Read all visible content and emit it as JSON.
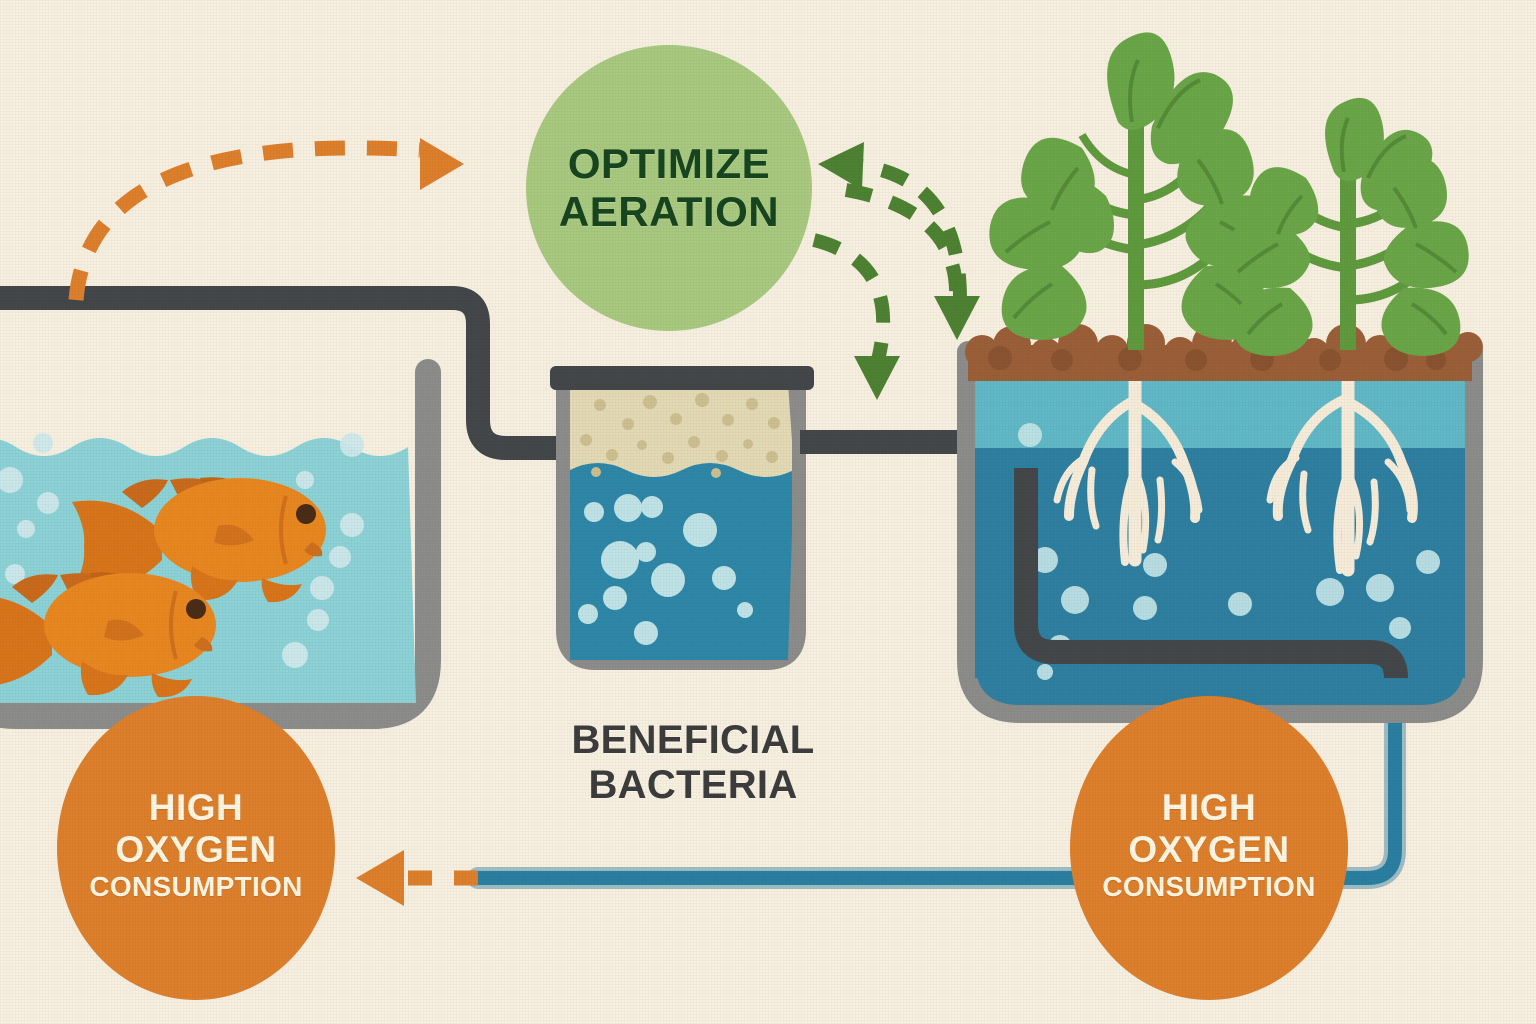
{
  "diagram": {
    "title": "Aquaponics oxygen flow diagram",
    "background_color": "#f7f0e0"
  },
  "nodes": {
    "optimize_aeration": {
      "line1": "OPTIMIZE",
      "line2": "AERATION",
      "fill": "#a8c97f",
      "text_color": "#17451f"
    },
    "fish_tank_badge": {
      "line1": "HIGH",
      "line2": "OXYGEN",
      "line3": "CONSUMPTION",
      "fill": "#dd7f2b",
      "text_color": "#fdf6e3"
    },
    "grow_bed_badge": {
      "line1": "HIGH",
      "line2": "OXYGEN",
      "line3": "CONSUMPTION",
      "fill": "#dd7f2b",
      "text_color": "#fdf6e3"
    },
    "beneficial_bacteria": {
      "line1": "BENEFICIAL",
      "line2": "BACTERIA",
      "text_color": "#3c3c3c"
    }
  },
  "colors": {
    "background": "#f7f0e0",
    "pipe_dark": "#43474a",
    "tank_wall": "#8c8c8a",
    "fish_water": "#8cd2d6",
    "bacteria_water": "#2f87a8",
    "media_bed_sand": "#e3d9b4",
    "grow_water_top": "#61b8c6",
    "grow_water_deep": "#2f7fa0",
    "gravel": "#9a5f38",
    "gravel_dark": "#7e4b2b",
    "fish_body": "#e8871f",
    "fish_fin": "#c96a1c",
    "fish_eye": "#4a2c17",
    "bubble": "#bfe3e6",
    "plant_green": "#68a044",
    "plant_leaf_dark": "#4e8233",
    "root_cream": "#f6ecd9",
    "arrow_orange": "#dd7f2b",
    "arrow_green": "#4e8233",
    "return_pipe_blue": "#2a7fa0"
  },
  "flow": {
    "fish_to_aeration_arrow": "dashed orange arc from fish tank to OPTIMIZE AERATION",
    "plants_to_aeration_arrow": "dashed green arc from plants to OPTIMIZE AERATION",
    "aeration_to_bacteria_arrow": "dashed green arc down to bacteria filter",
    "aeration_to_growbed_arrow": "dashed green arc down to grow bed",
    "return_line": "blue return pipe from grow bed back to fish tank with orange dashed arrowhead"
  },
  "counts": {
    "fish": 2,
    "plants": 2
  }
}
